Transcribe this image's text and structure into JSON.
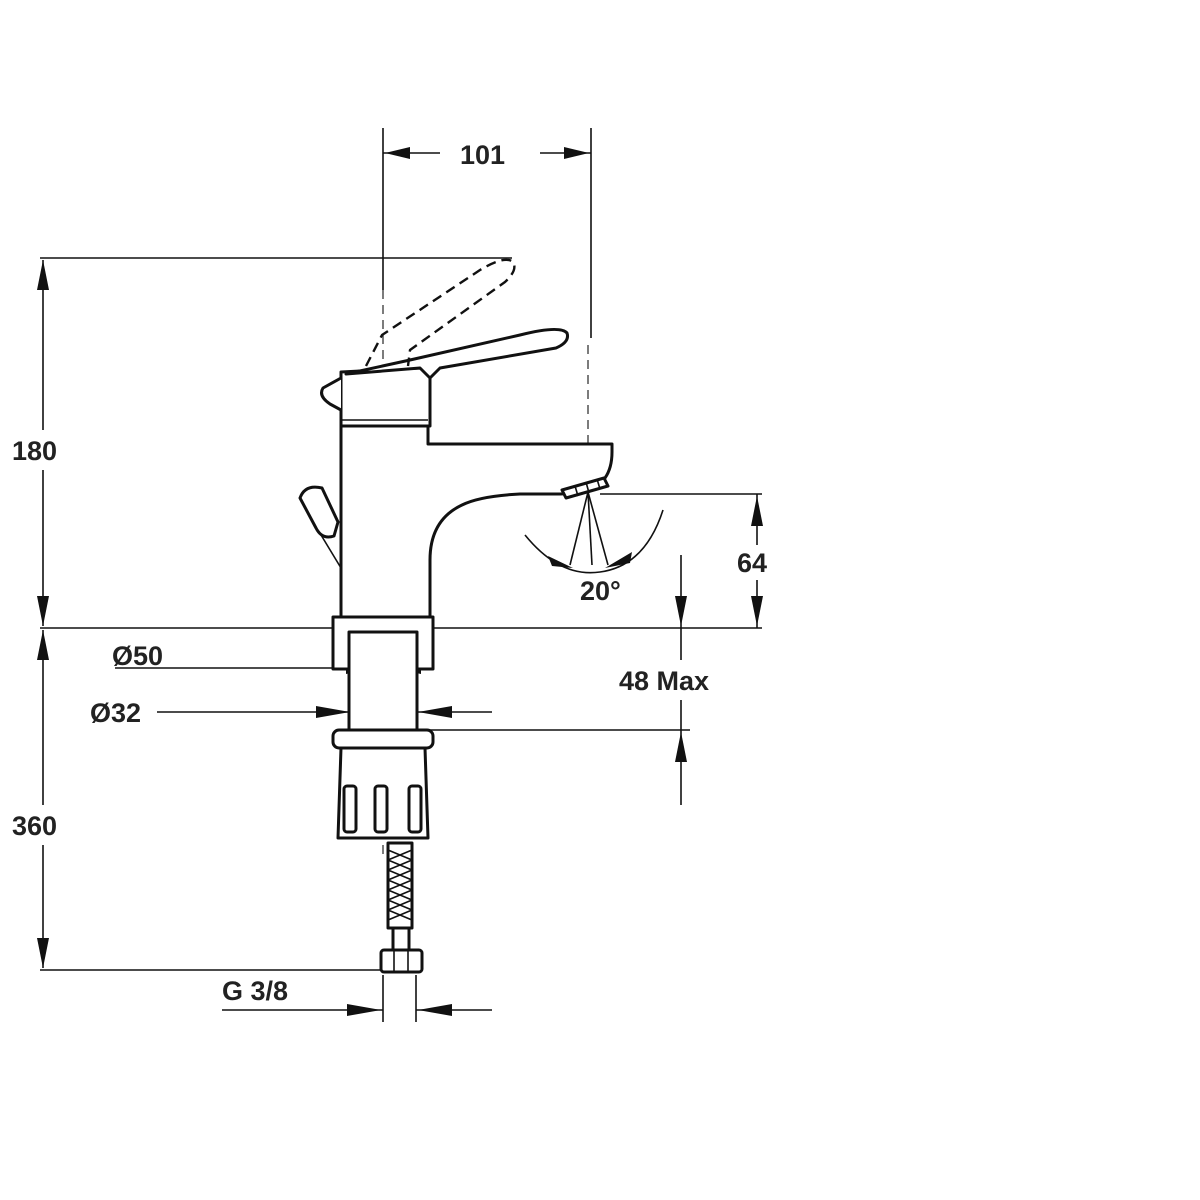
{
  "dimensions": {
    "spout_reach": "101",
    "body_height": "180",
    "total_length": "360",
    "spout_clearance": "64",
    "spray_angle": "20°",
    "mount_thickness": "48 Max",
    "base_diameter": "Ø50",
    "shank_diameter": "Ø32",
    "connection_thread": "G 3/8"
  },
  "colors": {
    "line": "#111111",
    "background": "#ffffff"
  }
}
